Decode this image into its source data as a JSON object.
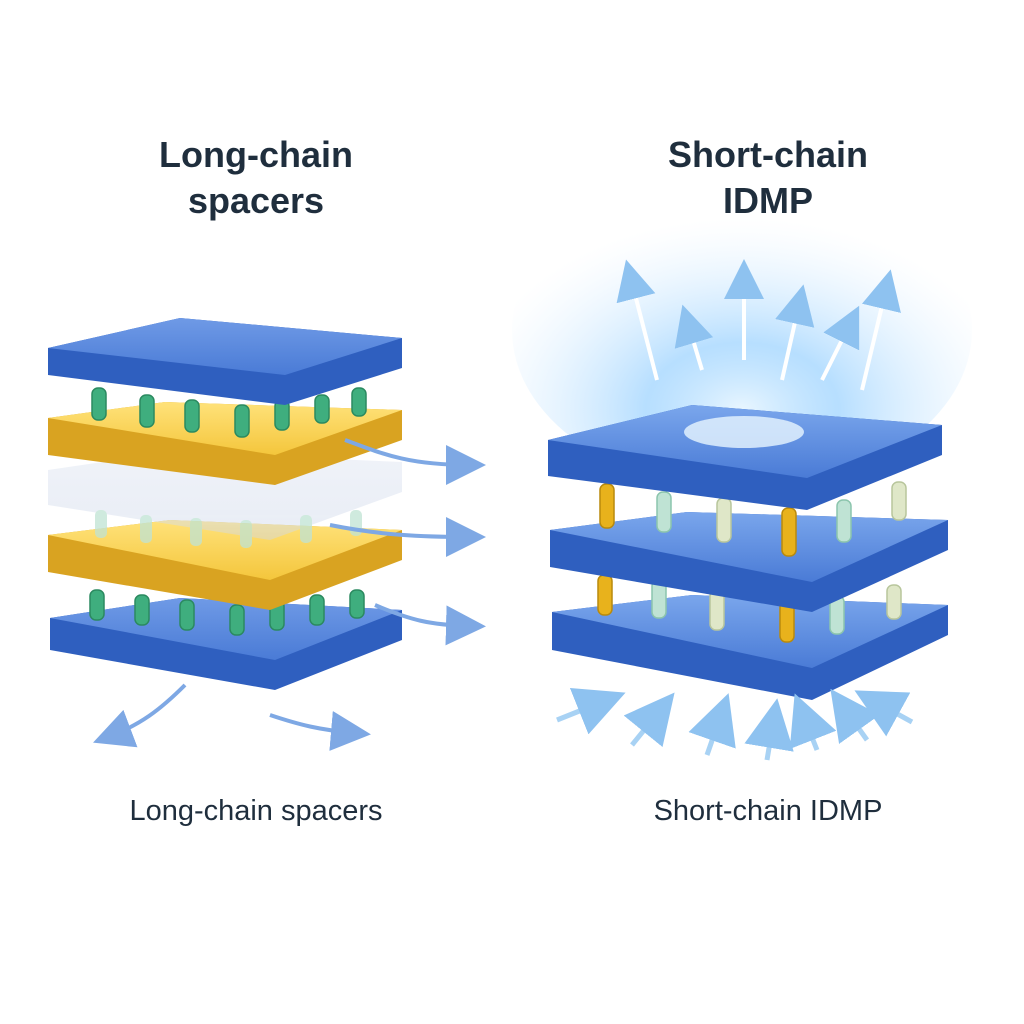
{
  "left_panel": {
    "title_line1": "Long-chain",
    "title_line2": "spacers",
    "caption": "Long-chain spacers"
  },
  "right_panel": {
    "title_line1": "Short-chain",
    "title_line2": "IDMP",
    "caption": "Short-chain IDMP"
  },
  "colors": {
    "slab_blue": "#3f73d1",
    "slab_blue_light": "#6f9ae6",
    "slab_yellow": "#f4c63c",
    "spacer_green": "#3fae7e",
    "spacer_gold": "#e8b21c",
    "arrow_blue": "#7ea8e4",
    "glow_blue": "#9fd4ff",
    "text_dark": "#1f2e3d"
  }
}
